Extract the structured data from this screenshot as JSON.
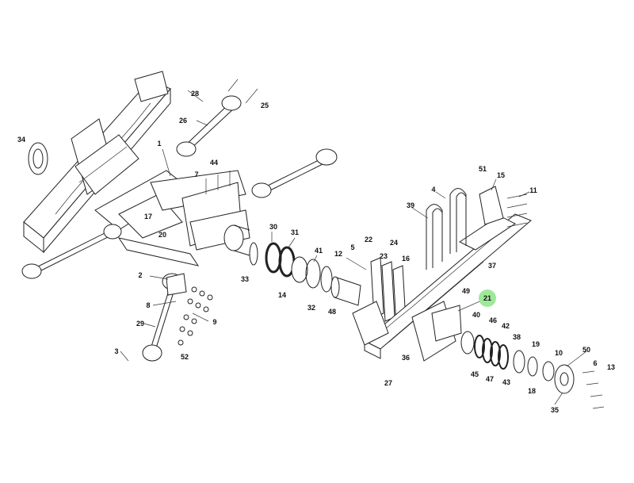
{
  "callouts": [
    "1",
    "2",
    "3",
    "4",
    "5",
    "6",
    "7",
    "8",
    "9",
    "10",
    "11",
    "12",
    "13",
    "14",
    "15",
    "16",
    "17",
    "18",
    "19",
    "20",
    "21",
    "22",
    "23",
    "24",
    "25",
    "26",
    "27",
    "28",
    "29",
    "30",
    "31",
    "32",
    "33",
    "34",
    "35",
    "36",
    "37",
    "38",
    "39",
    "40",
    "41",
    "42",
    "43",
    "44",
    "45",
    "46",
    "47",
    "48",
    "49",
    "50",
    "51",
    "52"
  ],
  "highlight": "21",
  "highlight_color": "#9ee89a"
}
